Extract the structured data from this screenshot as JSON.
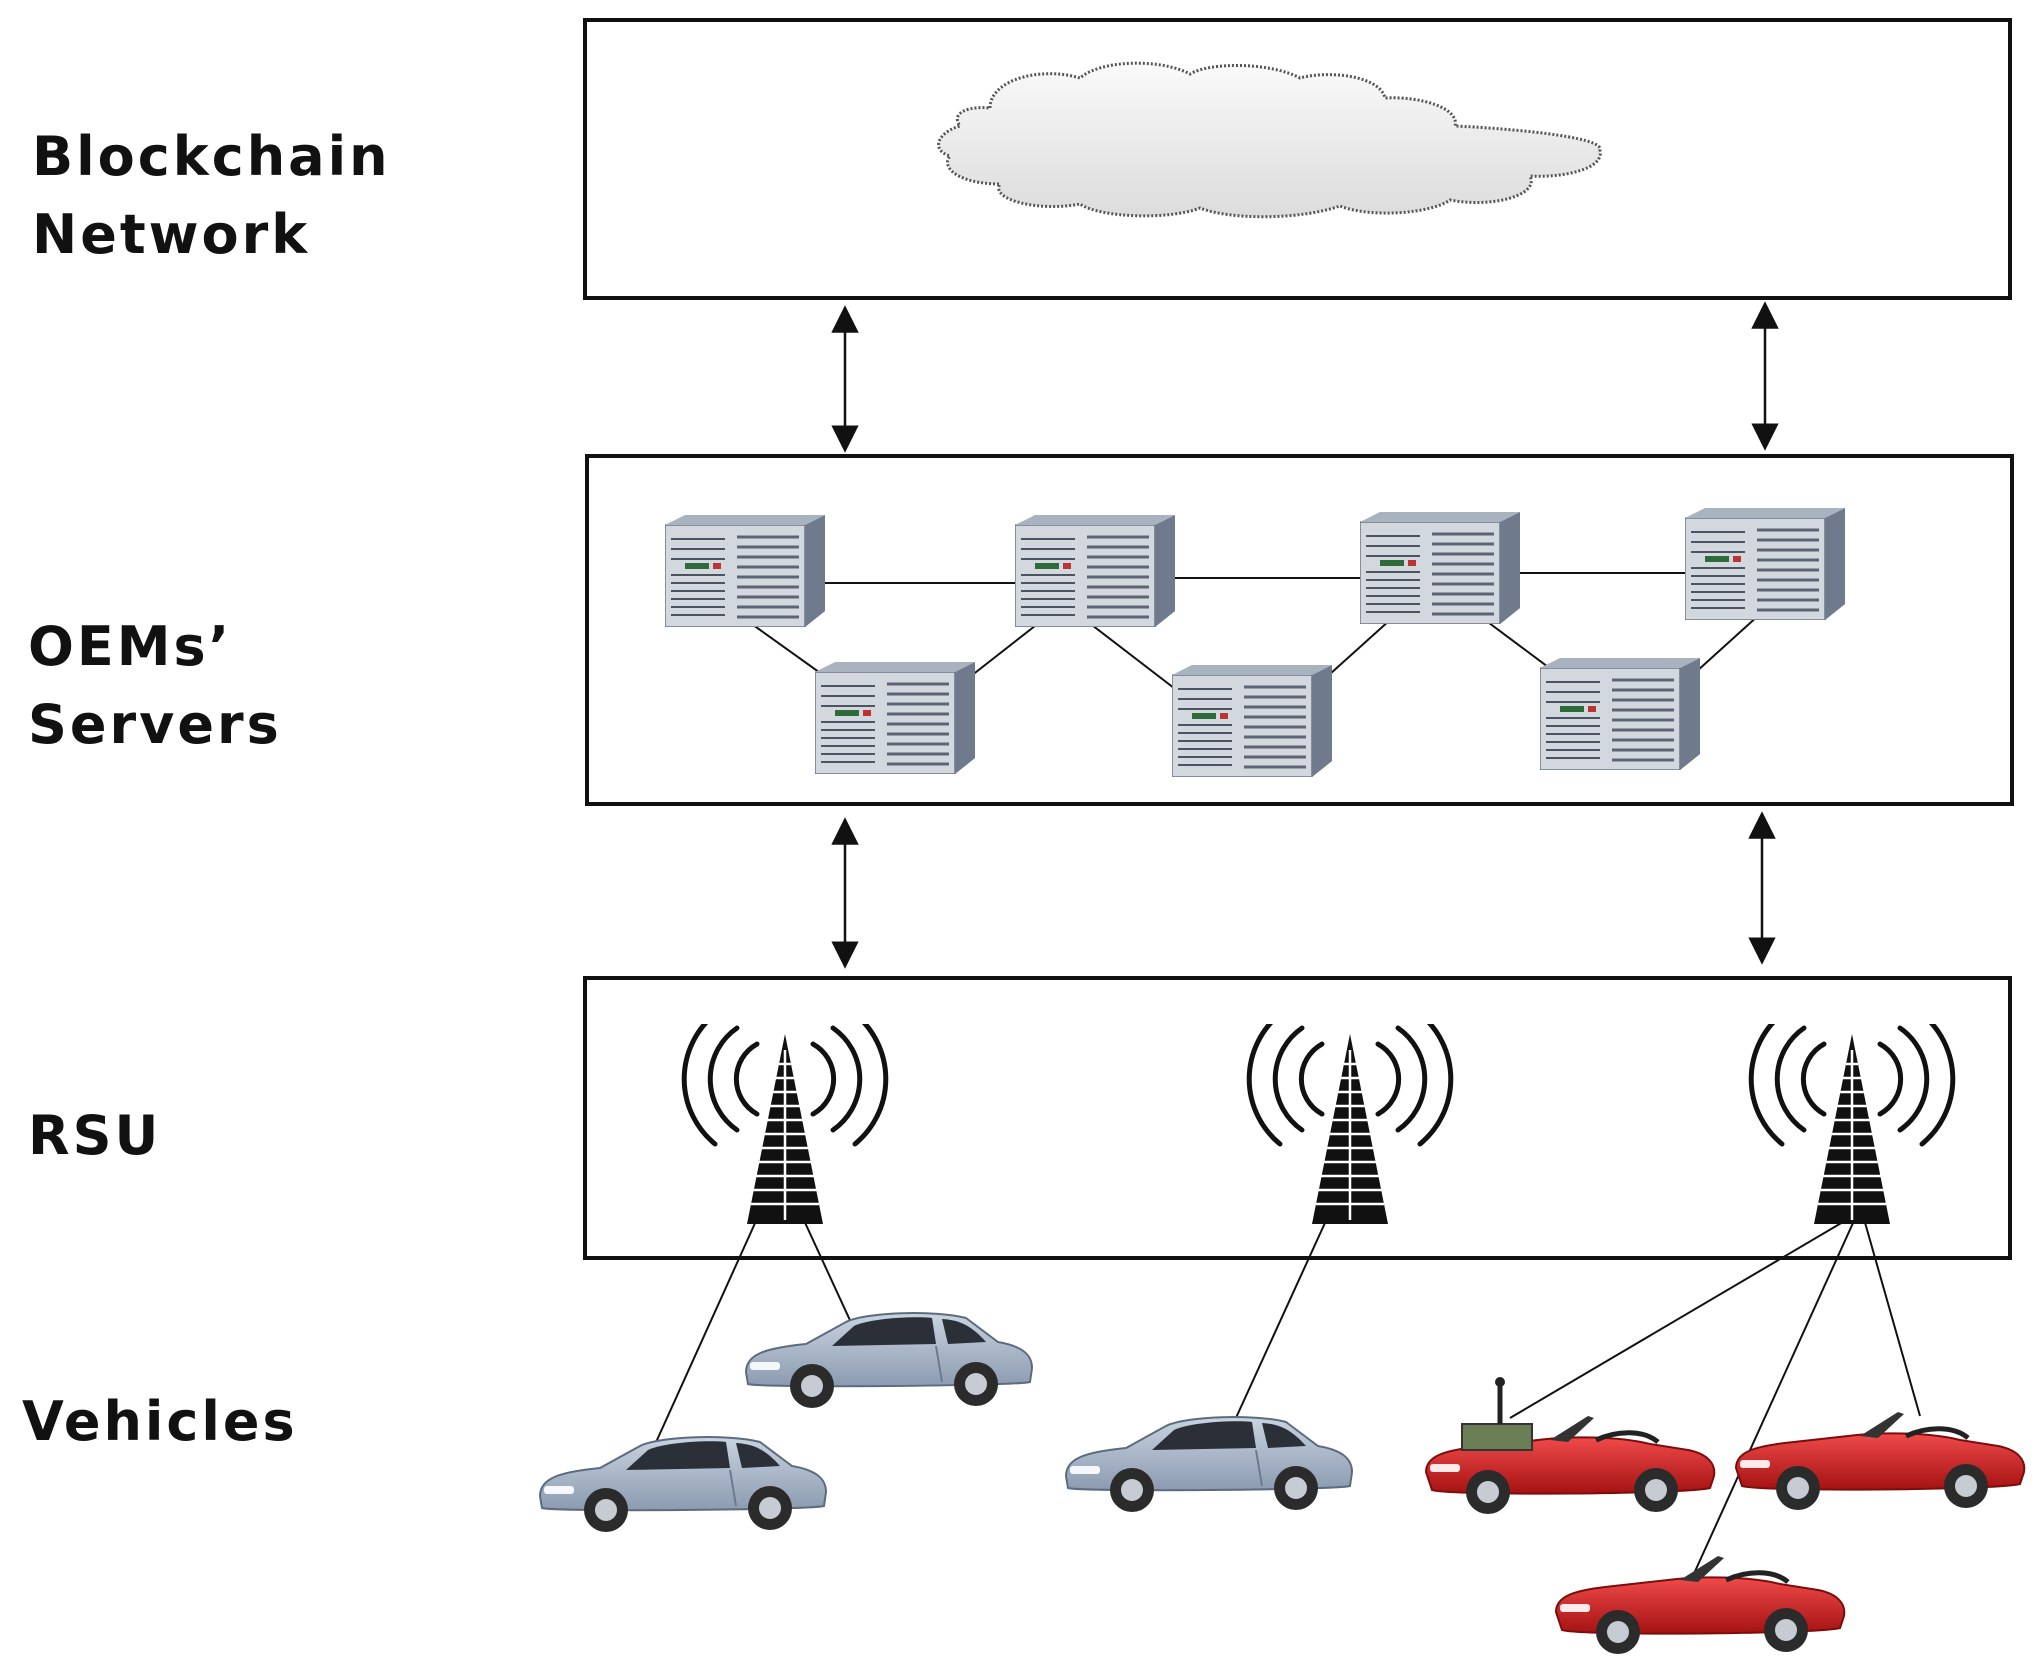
{
  "layers": {
    "blockchain": {
      "label": "Blockchain\nNetwork"
    },
    "oems": {
      "label": "OEMs’\nServers"
    },
    "rsu": {
      "label": "RSU"
    },
    "vehicles": {
      "label": "Vehicles"
    }
  },
  "icons": {
    "cloud": "cloud-icon",
    "server": "server-rack-icon",
    "tower": "radio-tower-icon",
    "silver_car": "sedan-car-icon",
    "red_car": "convertible-car-icon"
  },
  "colors": {
    "line": "#111111",
    "server_front": "#c9cfd8",
    "server_side": "#7e8a99",
    "silver_car": "#a9b6c6",
    "red_car": "#d81f1f",
    "cloud": "#eeeeee"
  }
}
